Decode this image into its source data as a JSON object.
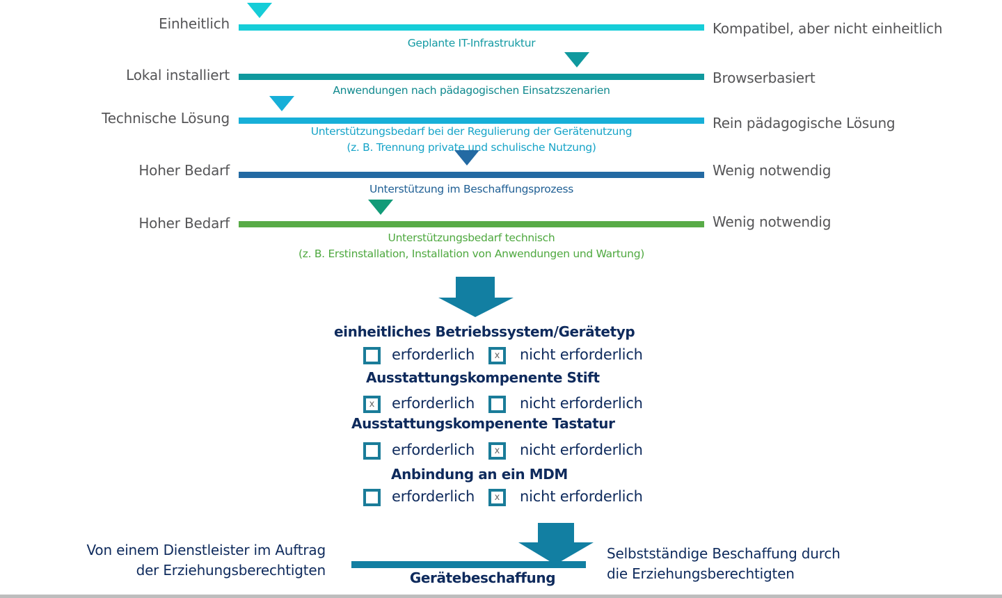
{
  "scales": [
    {
      "left_label": "Einheitlich",
      "right_label": "Kompatibel, aber nicht einheitlich",
      "caption": [
        "Geplante IT-Infrastruktur"
      ],
      "marker_position": 0.045,
      "color": "#16cdd8",
      "caption_color": "#149aa3"
    },
    {
      "left_label": "Lokal installiert",
      "right_label": "Browserbasiert",
      "caption": [
        "Anwendungen nach pädagogischen Einsatzszenarien"
      ],
      "marker_position": 0.726,
      "color": "#10999e",
      "caption_color": "#10898e"
    },
    {
      "left_label": "Technische Lösung",
      "right_label": "Rein pädagogische Lösung",
      "caption": [
        "Unterstützungsbedarf bei der Regulierung der Gerätenutzung",
        "(z. B. Trennung private und schulische Nutzung)"
      ],
      "marker_position": 0.093,
      "color": "#17afd8",
      "caption_color": "#17a4c8"
    },
    {
      "left_label": "Hoher Bedarf",
      "right_label": "Wenig notwendig",
      "caption": [
        "Unterstützung im Beschaffungsprozess"
      ],
      "marker_position": 0.49,
      "color": "#236aa3",
      "caption_color": "#1f5f94"
    },
    {
      "left_label": "Hoher Bedarf",
      "right_label": "Wenig notwendig",
      "caption": [
        "Unterstützungsbedarf technisch",
        "(z. B. Erstinstallation, Installation von Anwendungen und Wartung)"
      ],
      "marker_position": 0.305,
      "color": "#58ab47",
      "marker_color": "#129b78",
      "caption_color": "#4ea83f"
    }
  ],
  "arrow_color": "#127fa2",
  "requirements": [
    {
      "title": "einheitliches Betriebssystem/Gerätetyp",
      "options": [
        {
          "label": "erforderlich",
          "checked": false
        },
        {
          "label": "nicht erforderlich",
          "checked": true
        }
      ]
    },
    {
      "title": "Ausstattungskompenente Stift",
      "options": [
        {
          "label": "erforderlich",
          "checked": true
        },
        {
          "label": "nicht erforderlich",
          "checked": false
        }
      ]
    },
    {
      "title": "Ausstattungskompenente Tastatur",
      "options": [
        {
          "label": "erforderlich",
          "checked": false
        },
        {
          "label": "nicht erforderlich",
          "checked": true
        }
      ]
    },
    {
      "title": "Anbindung an ein MDM",
      "options": [
        {
          "label": "erforderlich",
          "checked": false
        },
        {
          "label": "nicht erforderlich",
          "checked": true
        }
      ]
    }
  ],
  "check_mark": "x",
  "procurement": {
    "title": "Gerätebeschaffung",
    "left_label": [
      "Von einem Dienstleister im Auftrag",
      "der Erziehungsberechtigten"
    ],
    "right_label": [
      "Selbstständige Beschaffung durch",
      "die Erziehungsberechtigten"
    ],
    "marker_position": 0.87,
    "color": "#127fa2"
  }
}
